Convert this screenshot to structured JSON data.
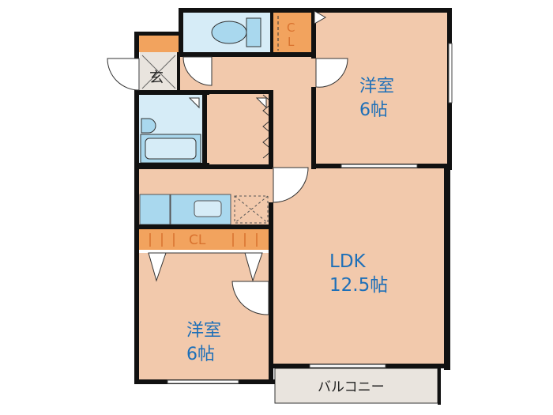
{
  "floorplan": {
    "rooms": {
      "bedroom_north": {
        "name": "洋室",
        "size": "6帖"
      },
      "ldk": {
        "name": "LDK",
        "size": "12.5帖"
      },
      "bedroom_south": {
        "name": "洋室",
        "size": "6帖"
      },
      "balcony": {
        "name": "バルコニー"
      }
    },
    "labels": {
      "closet_upper_c": "C",
      "closet_upper_l": "L",
      "closet_mid": "CL",
      "entrance": "玄"
    }
  },
  "colors": {
    "room_fill": "#f2c9ac",
    "wet_fill": "#d6ecf7",
    "fixture_fill": "#a9d8ee",
    "closet_fill": "#f2a35e",
    "balcony_fill": "#e9e4de",
    "wall": "#111111",
    "room_text": "#1d6fb8",
    "closet_text": "#d9722e",
    "balcony_text": "#222222"
  }
}
